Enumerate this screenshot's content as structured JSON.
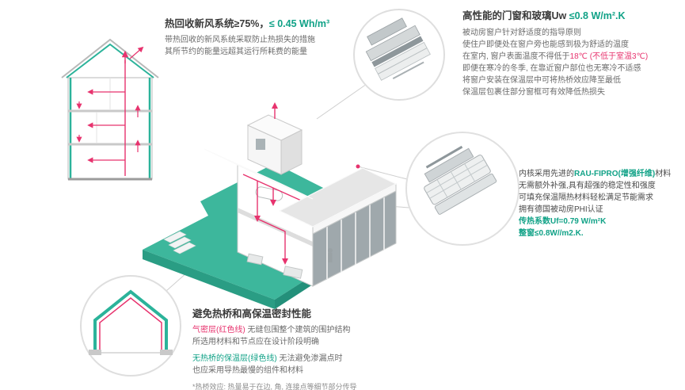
{
  "colors": {
    "teal": "#11a287",
    "red": "#e7336e",
    "dark_text": "#3a3a3a",
    "body_text": "#6b6b6b",
    "terrain": "#3db79c"
  },
  "ventilation": {
    "title_dark": "热回收新风系统≥75%，",
    "title_green": "≤ 0.45 Wh/m³",
    "line1": "带热回收的新风系统采取防止热损失的措施",
    "line2": "其所节约的能量远超其运行所耗费的能量"
  },
  "windows": {
    "title_dark": "高性能的门窗和玻璃Uw ",
    "title_green": "≤0.8 W/m².K",
    "l1": "被动房窗户针对舒适度的指导原则",
    "l2": "使住户即便处在窗户旁也能感到极为舒适的温度",
    "l3_pre": "在室内, 窗户表面温度不得低于",
    "l3_red": "18℃ (不低于室温3℃)",
    "l4": "即便在寒冷的冬季, 在靠近窗户部位也无寒冷不适感",
    "l5": "将窗户安装在保温层中可将热桥效应降至最低",
    "l6": "保温层包裹住部分窗框可有效降低热损失"
  },
  "profile": {
    "l1_pre": "内核采用先进的",
    "l1_green": "RAU-FIPRO(增强纤维)",
    "l1_post": "材料",
    "l2": "无需额外补强,具有超强的稳定性和强度",
    "l3": "可填充保温隔热材料轻松满足节能需求",
    "l4": "拥有德国被动房PHI认证",
    "l5_green": "传热系数Uf=0.79 W/m²K",
    "l6_green": "整窗≤0.8W//m2.K."
  },
  "thermal": {
    "title": "避免热桥和高保温密封性能",
    "l1_red": "气密层(红色线)",
    "l1_rest": " 无缝包围整个建筑的围护结构",
    "l2": "所选用材料和节点应在设计阶段明确",
    "l3_green": "无热桥的保温层(绿色线)",
    "l3_rest": " 无法避免渗漏点时",
    "l4": "也应采用导热最慢的组件和材料",
    "footnote": "*热桥效应: 热量易于在边, 角, 连接点等细节部分传导"
  }
}
